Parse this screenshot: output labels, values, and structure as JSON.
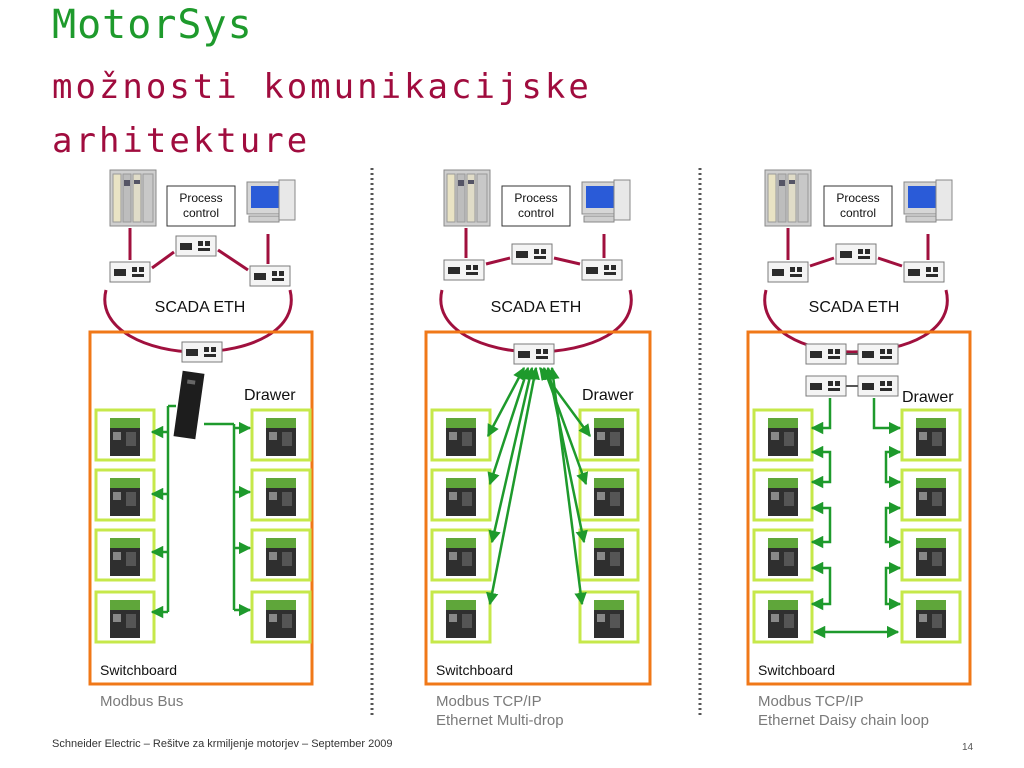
{
  "slide": {
    "title": "MotorSys",
    "subtitle": "možnosti komunikacijske arhitekture",
    "footer": "Schneider Electric – Rešitve za krmiljenje motorjev – September 2009",
    "page_number": "14"
  },
  "panels": [
    {
      "process_control": [
        "Process",
        "control"
      ],
      "network_label": "SCADA ETH",
      "drawer_label": "Drawer",
      "switchboard_label": "Switchboard",
      "caption": [
        "Modbus Bus"
      ]
    },
    {
      "process_control": [
        "Process",
        "control"
      ],
      "network_label": "SCADA ETH",
      "drawer_label": "Drawer",
      "switchboard_label": "Switchboard",
      "caption": [
        "Modbus TCP/IP",
        "Ethernet Multi-drop"
      ]
    },
    {
      "process_control": [
        "Process",
        "control"
      ],
      "network_label": "SCADA ETH",
      "drawer_label": "Drawer",
      "switchboard_label": "Switchboard",
      "caption": [
        "Modbus TCP/IP",
        "Ethernet Daisy chain loop"
      ]
    }
  ],
  "colors": {
    "title": "#1e9a2c",
    "subtitle": "#a00c3e",
    "ring": "#a0103e",
    "switchboard_border": "#f07818",
    "drawer_border": "#c6e84a",
    "arrow": "#1e9a2c"
  }
}
